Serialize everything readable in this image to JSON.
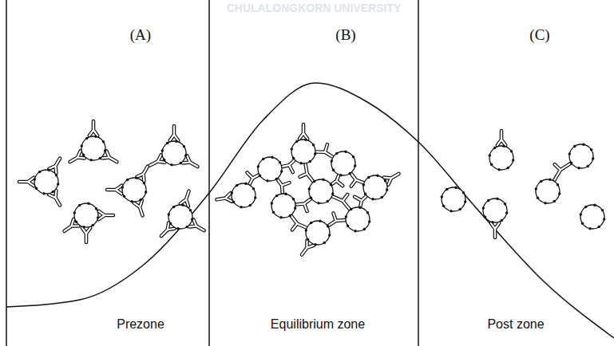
{
  "diagram": {
    "labels": [
      "CHULALONGKORN UNIVERSITY",
      "(A)",
      "(B)",
      "(C)",
      "Prezone",
      "Equilibrium zone",
      "Post zone"
    ]
  }
}
